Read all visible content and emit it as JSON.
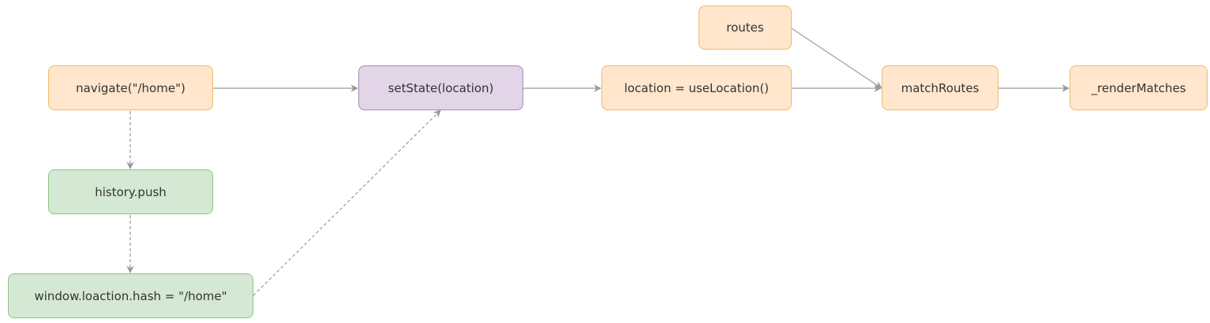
{
  "nodes": {
    "routes": "routes",
    "navigate": "navigate(\"/home\")",
    "set_state": "setState(location)",
    "use_location": "location = useLocation()",
    "match_routes": "matchRoutes",
    "render_matches": "_renderMatches",
    "history_push": "history.push",
    "window_hash": "window.loaction.hash = \"/home\""
  },
  "colors": {
    "orange_fill": "#ffe6cc",
    "orange_stroke": "#f0b96a",
    "purple_fill": "#e1d5e7",
    "purple_stroke": "#a38bb5",
    "green_fill": "#d5e8d4",
    "green_stroke": "#90c088",
    "edge": "#9a9a9a"
  }
}
